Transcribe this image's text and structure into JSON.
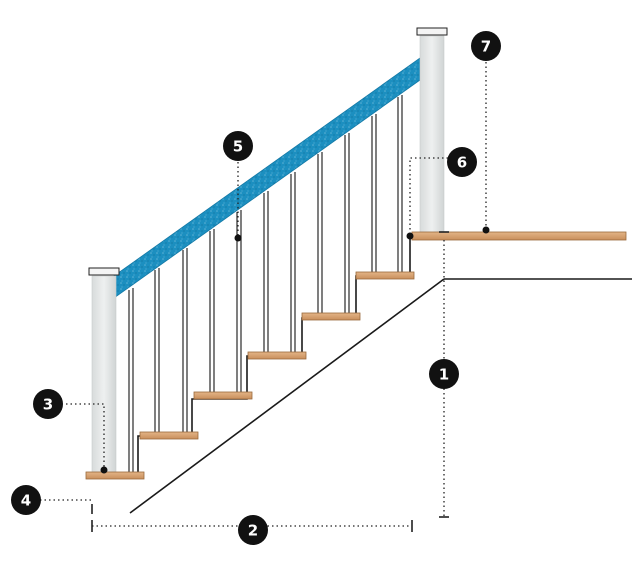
{
  "callouts": [
    {
      "id": "1",
      "label": "1"
    },
    {
      "id": "2",
      "label": "2"
    },
    {
      "id": "3",
      "label": "3"
    },
    {
      "id": "4",
      "label": "4"
    },
    {
      "id": "5",
      "label": "5"
    },
    {
      "id": "6",
      "label": "6"
    },
    {
      "id": "7",
      "label": "7"
    }
  ],
  "colors": {
    "handrail": "#1c8fc0",
    "tread": "#d6a070",
    "tread_edge": "#9a6a3c",
    "post": "#e4e6e6",
    "baluster": "#2a2a2a",
    "line": "#1a1a1a",
    "callout_fill": "#111111",
    "callout_text": "#ffffff"
  }
}
